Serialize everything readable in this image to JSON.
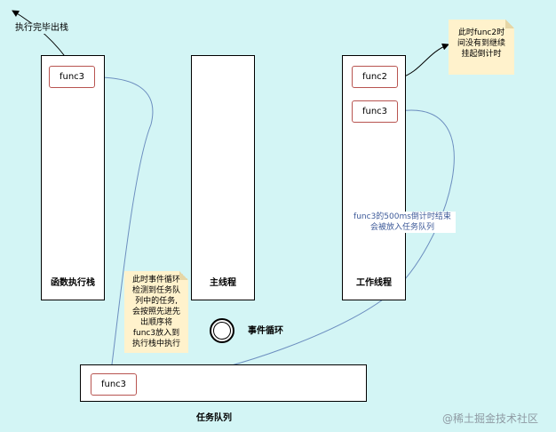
{
  "top_label": "执行完毕出栈",
  "columns": {
    "call_stack": {
      "label": "函数执行栈",
      "item": "func3"
    },
    "main_thread": {
      "label": "主线程"
    },
    "worker_thread": {
      "label": "工作线程",
      "items": [
        "func2",
        "func3"
      ]
    }
  },
  "event_loop": {
    "label": "事件循环"
  },
  "task_queue": {
    "label": "任务队列",
    "item": "func3"
  },
  "notes": {
    "func2": [
      "此时func2时",
      "间没有到继续",
      "挂起倒计时"
    ],
    "event_loop": [
      "此时事件循环",
      "检测到任务队",
      "列中的任务,",
      "会按照先进先",
      "出顺序将",
      "func3放入到",
      "执行栈中执行"
    ]
  },
  "edge_label": [
    "func3的500ms倒计时结束",
    "会被放入任务队列"
  ],
  "watermark": "@稀土掘金技术社区",
  "colors": {
    "background": "#d3f5f5",
    "func_border": "#b85450",
    "note": "#fff2cc",
    "blue_arrow": "#6c8ebf"
  }
}
